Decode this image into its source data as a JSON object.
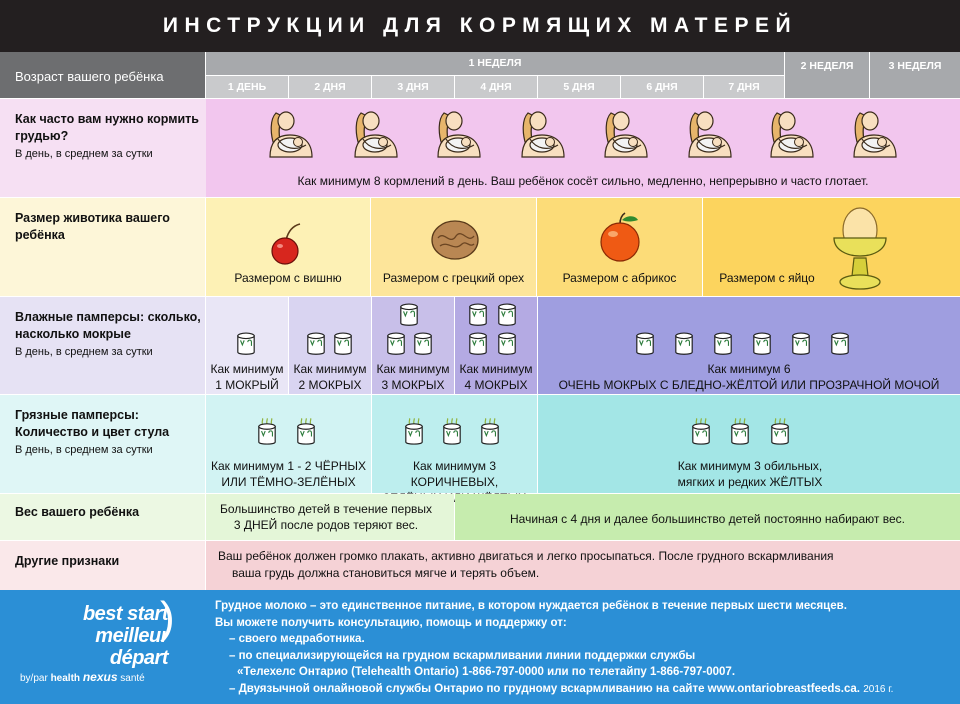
{
  "title": "ИНСТРУКЦИИ ДЛЯ КОРМЯЩИХ МАТЕРЕЙ",
  "header": {
    "age_label": "Возраст вашего ребёнка",
    "week1": "1 НЕДЕЛЯ",
    "days": [
      "1 ДЕНЬ",
      "2 ДНЯ",
      "3 ДНЯ",
      "4 ДНЯ",
      "5 ДНЯ",
      "6 ДНЯ",
      "7 ДНЯ"
    ],
    "week2": "2 НЕДЕЛЯ",
    "week3": "3 НЕДЕЛЯ"
  },
  "rows": {
    "feeding": {
      "title": "Как часто вам нужно кормить грудью?",
      "sub": "В день, в среднем за сутки",
      "text": "Как минимум 8 кормлений в день. Ваш ребёнок сосёт сильно, медленно, непрерывно и часто глотает."
    },
    "tummy": {
      "title": "Размер животика вашего ребёнка",
      "cells": [
        "Размером с вишню",
        "Размером с грецкий орех",
        "Размером с абрикос",
        "Размером с яйцо"
      ]
    },
    "wet": {
      "title": "Влажные памперсы: сколько, насколько мокрые",
      "sub": "В день, в среднем за сутки",
      "cells": [
        {
          "a": "Как минимум",
          "b": "1 МОКРЫЙ"
        },
        {
          "a": "Как минимум",
          "b": "2 МОКРЫХ"
        },
        {
          "a": "Как минимум",
          "b": "3 МОКРЫХ"
        },
        {
          "a": "Как минимум",
          "b": "4 МОКРЫХ"
        },
        {
          "a": "Как минимум 6",
          "b": "ОЧЕНЬ МОКРЫХ С БЛЕДНО-ЖЁЛТОЙ ИЛИ ПРОЗРАЧНОЙ МОЧОЙ"
        }
      ]
    },
    "dirty": {
      "title": "Грязные памперсы: Количество и цвет стула",
      "sub": "В день, в среднем за сутки",
      "cells": [
        {
          "a": "Как минимум 1 - 2 ЧЁРНЫХ",
          "b": "ИЛИ ТЁМНО-ЗЕЛЁНЫХ"
        },
        {
          "a": "Как минимум 3 КОРИЧНЕВЫХ,",
          "b": "ЗЕЛЁНЫХ ИЛИ ЖЁЛТЫХ"
        },
        {
          "a": "Как минимум 3 обильных,",
          "b": "мягких и редких ЖЁЛТЫХ"
        }
      ]
    },
    "weight": {
      "title": "Вес  вашего ребёнка",
      "cells": [
        {
          "a": "Большинство детей в течение первых",
          "b": "3 ДНЕЙ после родов теряют вес."
        },
        {
          "a": "Начиная с 4 дня и далее большинство детей постоянно набирают вес."
        }
      ]
    },
    "other": {
      "title": "Другие признаки",
      "line1": "Ваш ребёнок должен громко плакать, активно двигаться и легко просыпаться. После грудного вскармливания",
      "line2": "ваша грудь должна становиться мягче и терять объем."
    }
  },
  "footer": {
    "logo1": "best start",
    "logo2": "meilleur départ",
    "logo_paren": ")",
    "byline_prefix": "by/par",
    "byline_health": "health",
    "byline_nexus": "nexus",
    "byline_sante": "santé",
    "lines": [
      "Грудное молоко – это единственное питание, в котором нуждается ребёнок в течение первых шести месяцев.",
      "Вы можете получить консультацию, помощь и поддержку от:",
      "– своего медработника.",
      "– по специализирующейся на грудном вскармливании линии поддержки службы",
      "«Телехелс Онтарио (Telehealth Ontario) 1-866-797-0000 или по телетайпу 1-866-797-0007.",
      "– Двуязычной онлайновой службы Онтарио по грудному вскармливанию на сайте www.ontariobreastfeeds.ca."
    ],
    "year": "2016 г."
  },
  "colors": {
    "title_bg": "#231f20",
    "feeding_bg": "#f2c6ee",
    "tummy_bg": "#fdf1b5",
    "wet_bg": "#c8bfe9",
    "dirty_bg": "#b5ecec",
    "weight_bg": "#d8f2c4",
    "footer_bg": "#2b8fd6"
  },
  "icons": [
    "mother-breastfeeding-icon",
    "cherry-icon",
    "walnut-icon",
    "apricot-icon",
    "egg-in-cup-icon",
    "wet-diaper-icon",
    "dirty-diaper-icon"
  ]
}
